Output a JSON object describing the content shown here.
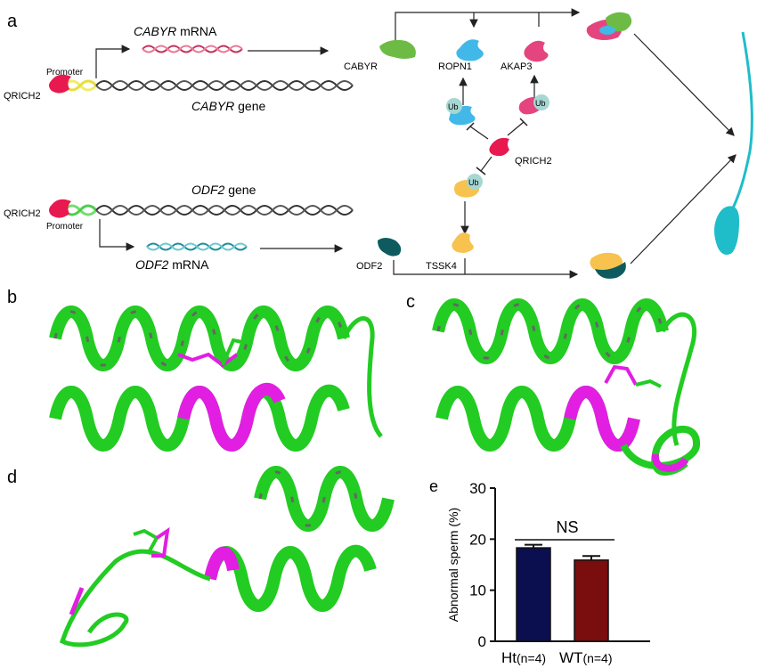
{
  "panels": {
    "a": "a",
    "b": "b",
    "c": "c",
    "d": "d",
    "e": "e"
  },
  "panel_a": {
    "cabyr_mrna_gene": "CABYR",
    "cabyr_mrna_suffix": " mRNA",
    "cabyr_gene_name": "CABYR",
    "cabyr_gene_suffix": " gene",
    "odf2_gene_name": "ODF2",
    "odf2_gene_suffix": " gene",
    "odf2_mrna_gene": "ODF2",
    "odf2_mrna_suffix": " mRNA",
    "promoter": "Promoter",
    "qrich2": "QRICH2",
    "proteins": {
      "cabyr": "CABYR",
      "ropn1": "ROPN1",
      "akap3": "AKAP3",
      "odf2": "ODF2",
      "tssk4": "TSSK4",
      "qrich2_center": "QRICH2"
    },
    "ub": "Ub"
  },
  "colors": {
    "qrich2_red": "#e8194f",
    "promoter_yellow": "#f1ec6a",
    "promoter_green": "#6fe06f",
    "cabyr_green": "#6dbb45",
    "ropn1_blue": "#42b8e8",
    "akap3_pink": "#e4457e",
    "odf2_teal": "#0d5b5f",
    "tssk4_yellow": "#f7c24e",
    "ub_circle": "#a6d7d3",
    "sperm_cyan": "#1fbdc9",
    "helix_green": "#22cc22",
    "mutant_magenta": "#e21ee2",
    "ht_bar": "#0b0f4f",
    "wt_bar": "#7a0d0d"
  },
  "chart_data": {
    "type": "bar",
    "categories": [
      "Ht(n=4)",
      "WT(n=4)"
    ],
    "category_main": [
      "Ht",
      "WT"
    ],
    "category_sub": [
      "(n=4)",
      "(n=4)"
    ],
    "values": [
      18.3,
      15.9
    ],
    "errors": [
      0.6,
      0.8
    ],
    "ylabel": "Abnormal sperm (%)",
    "ylim": [
      0,
      30
    ],
    "yticks": [
      0,
      10,
      20,
      30
    ],
    "annotation": "NS",
    "grid": false
  }
}
